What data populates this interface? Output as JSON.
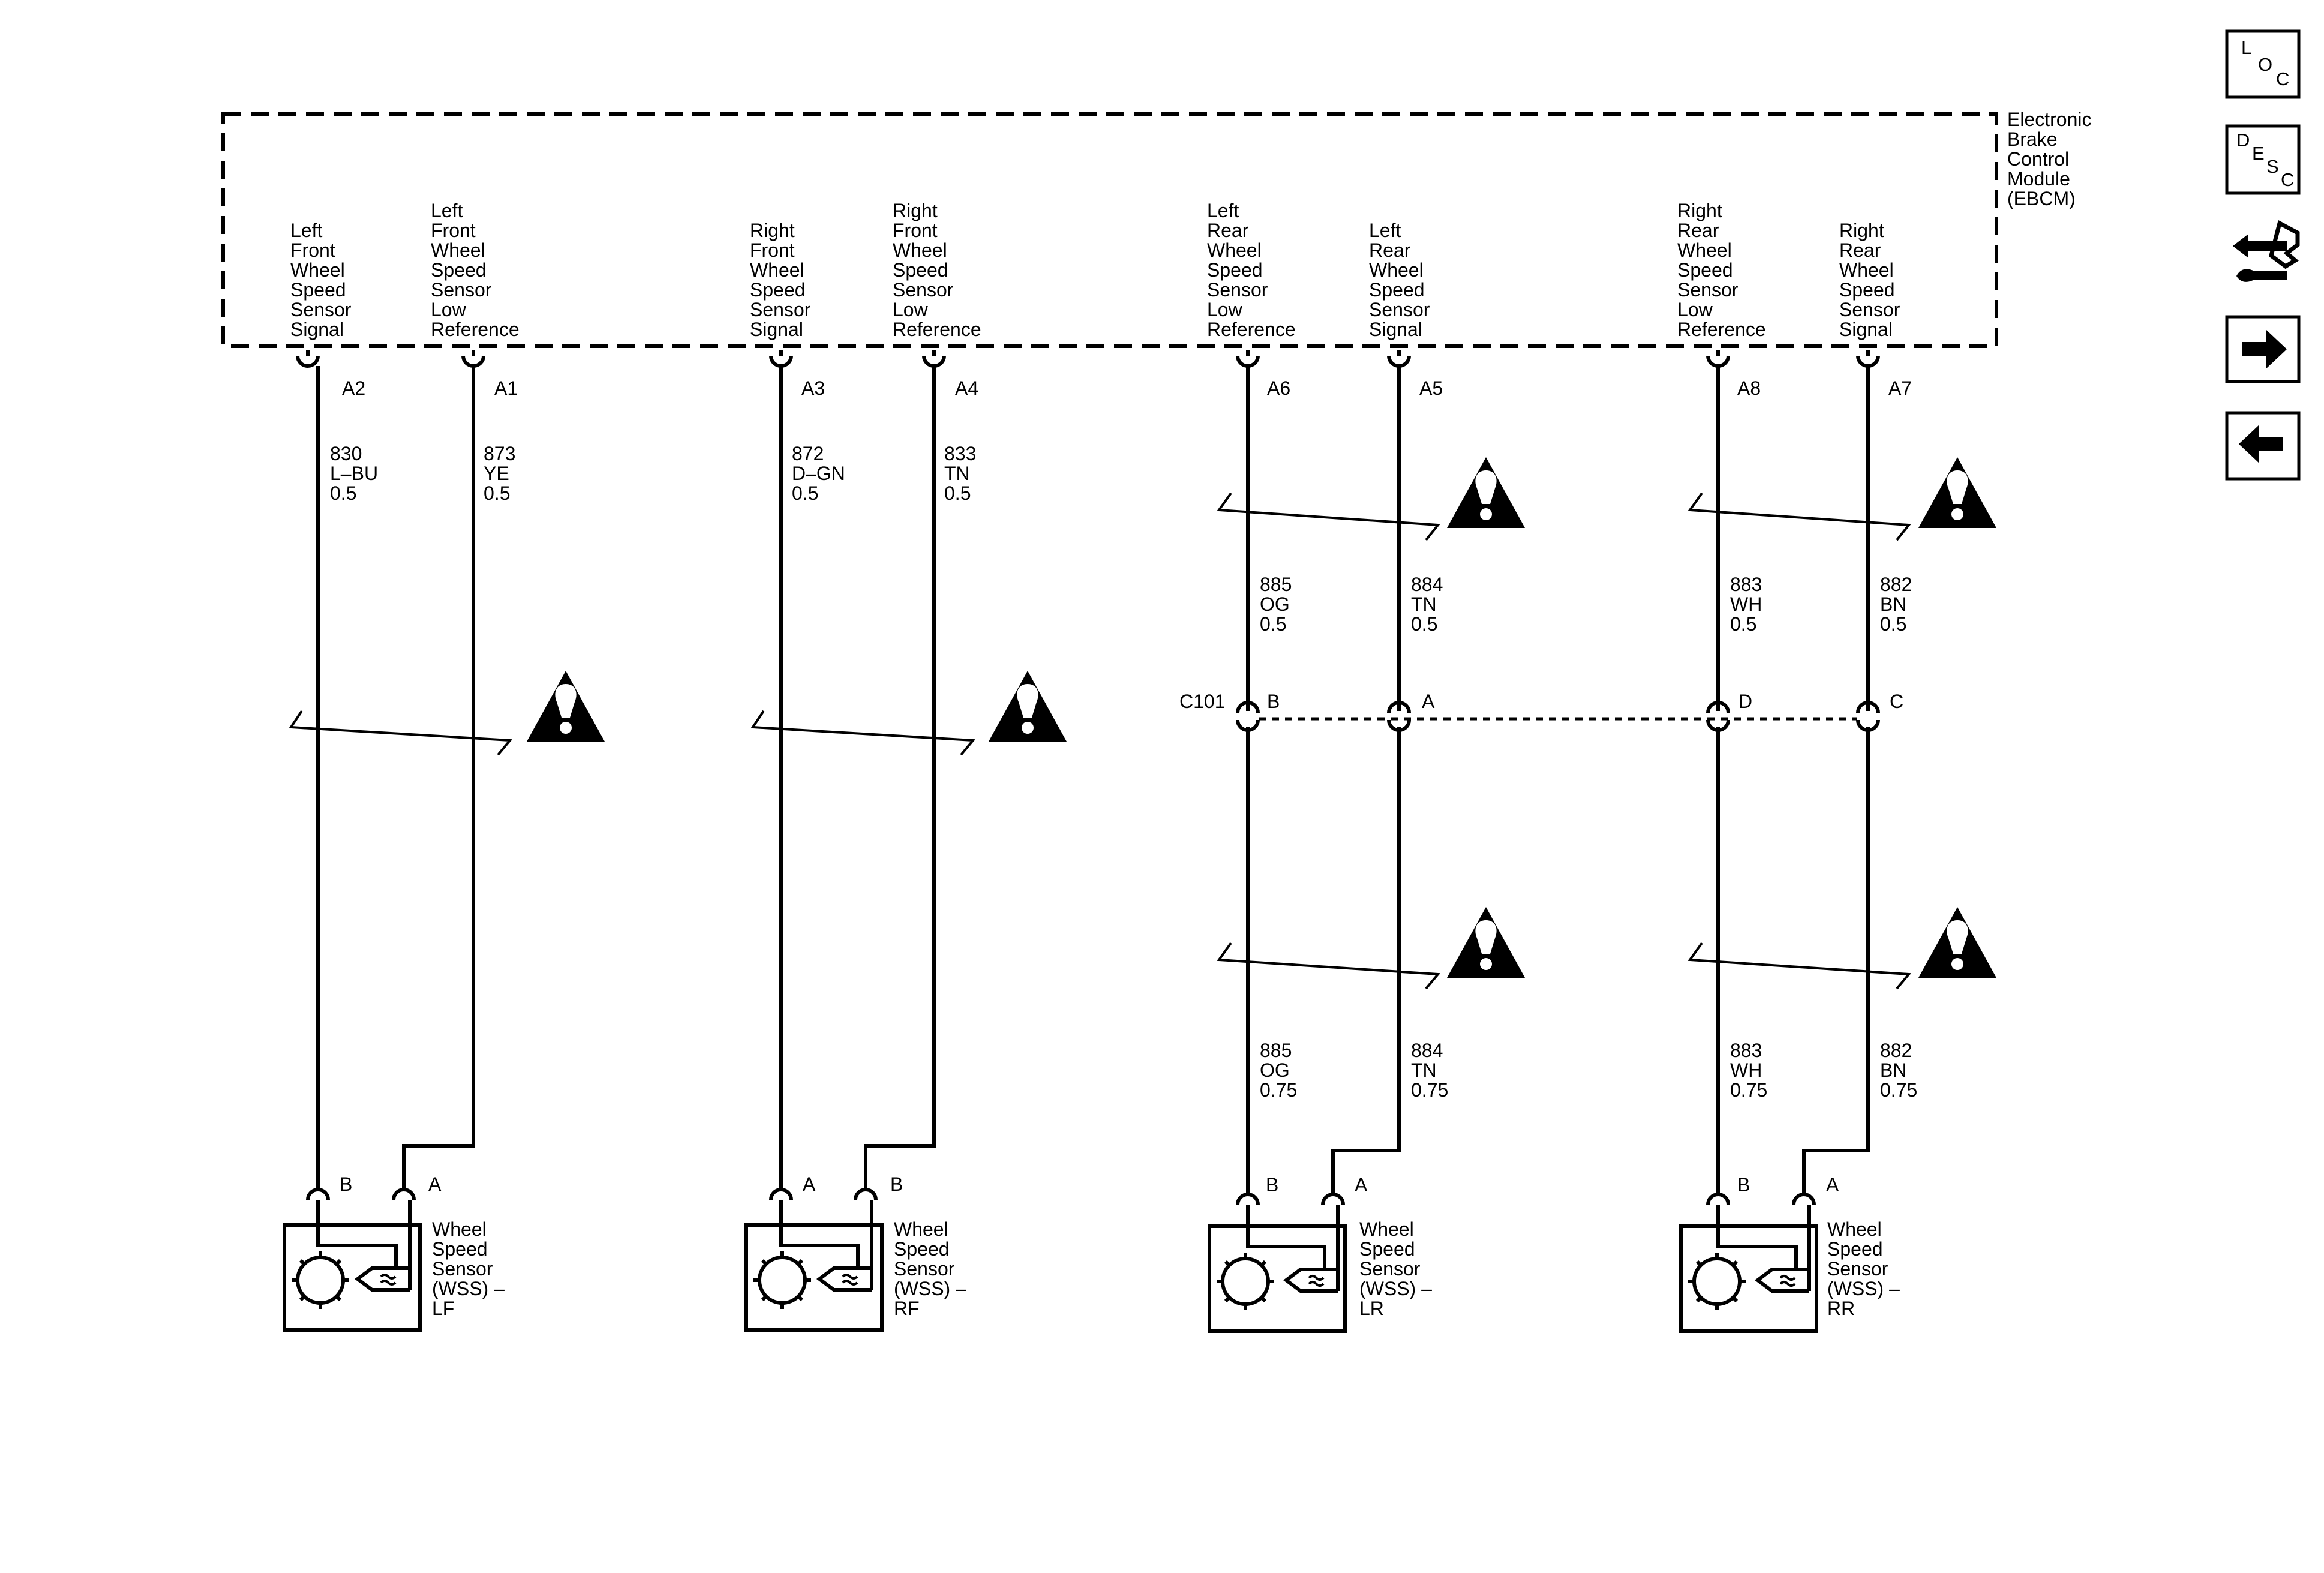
{
  "module": {
    "name_lines": [
      "Electronic",
      "Brake",
      "Control",
      "Module",
      "(EBCM)"
    ]
  },
  "terminals": [
    {
      "pin": "A2",
      "label_lines": [
        "Left",
        "Front",
        "Wheel",
        "Speed",
        "Sensor",
        "Signal"
      ],
      "circuit": "830",
      "color": "L–BU",
      "gauge": "0.5"
    },
    {
      "pin": "A1",
      "label_lines": [
        "Left",
        "Front",
        "Wheel",
        "Speed",
        "Sensor",
        "Low",
        "Reference"
      ],
      "circuit": "873",
      "color": "YE",
      "gauge": "0.5"
    },
    {
      "pin": "A3",
      "label_lines": [
        "Right",
        "Front",
        "Wheel",
        "Speed",
        "Sensor",
        "Signal"
      ],
      "circuit": "872",
      "color": "D–GN",
      "gauge": "0.5"
    },
    {
      "pin": "A4",
      "label_lines": [
        "Right",
        "Front",
        "Wheel",
        "Speed",
        "Sensor",
        "Low",
        "Reference"
      ],
      "circuit": "833",
      "color": "TN",
      "gauge": "0.5"
    },
    {
      "pin": "A6",
      "label_lines": [
        "Left",
        "Rear",
        "Wheel",
        "Speed",
        "Sensor",
        "Low",
        "Reference"
      ],
      "circuit": "885",
      "color": "OG",
      "gauge": "0.5",
      "lower_gauge": "0.75",
      "c101_pin": "B"
    },
    {
      "pin": "A5",
      "label_lines": [
        "Left",
        "Rear",
        "Wheel",
        "Speed",
        "Sensor",
        "Signal"
      ],
      "circuit": "884",
      "color": "TN",
      "gauge": "0.5",
      "lower_gauge": "0.75",
      "c101_pin": "A"
    },
    {
      "pin": "A8",
      "label_lines": [
        "Right",
        "Rear",
        "Wheel",
        "Speed",
        "Sensor",
        "Low",
        "Reference"
      ],
      "circuit": "883",
      "color": "WH",
      "gauge": "0.5",
      "lower_gauge": "0.75",
      "c101_pin": "D"
    },
    {
      "pin": "A7",
      "label_lines": [
        "Right",
        "Rear",
        "Wheel",
        "Speed",
        "Sensor",
        "Signal"
      ],
      "circuit": "882",
      "color": "BN",
      "gauge": "0.5",
      "lower_gauge": "0.75",
      "c101_pin": "C"
    }
  ],
  "connector_c101": "C101",
  "sensors": [
    {
      "id": "lf",
      "name_lines": [
        "Wheel",
        "Speed",
        "Sensor",
        "(WSS) –",
        "LF"
      ],
      "left_pin": "B",
      "right_pin": "A"
    },
    {
      "id": "rf",
      "name_lines": [
        "Wheel",
        "Speed",
        "Sensor",
        "(WSS) –",
        "RF"
      ],
      "left_pin": "A",
      "right_pin": "B"
    },
    {
      "id": "lr",
      "name_lines": [
        "Wheel",
        "Speed",
        "Sensor",
        "(WSS) –",
        "LR"
      ],
      "left_pin": "B",
      "right_pin": "A"
    },
    {
      "id": "rr",
      "name_lines": [
        "Wheel",
        "Speed",
        "Sensor",
        "(WSS) –",
        "RR"
      ],
      "left_pin": "B",
      "right_pin": "A"
    }
  ],
  "nav": {
    "loc": [
      "L",
      "O",
      "C"
    ],
    "desc": [
      "D",
      "E",
      "S",
      "C"
    ]
  },
  "icons": [
    "warning-icon",
    "connector-view-icon",
    "next-arrow-icon",
    "previous-arrow-icon"
  ]
}
